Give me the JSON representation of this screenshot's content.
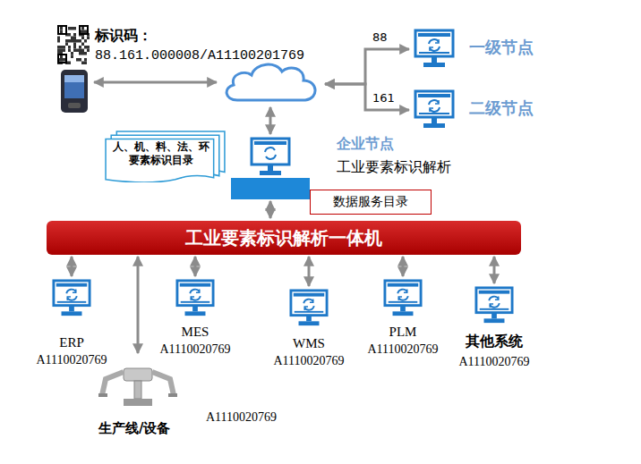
{
  "diagram": {
    "nodes": [
      {
        "text": [
          "标识码：",
          "88.161.000008/A11100201769"
        ]
      },
      {
        "text": []
      },
      {
        "text": [
          "一级节点"
        ]
      },
      {
        "text": [
          "二级节点"
        ]
      },
      {
        "text": [
          "企业节点",
          "工业要素标识解析"
        ]
      },
      {
        "text": [
          "人、机、料、法、环要素标识目录"
        ]
      },
      {
        "text": [
          "数据服务目录"
        ]
      },
      {
        "text": [
          "工业要素标识解析一体机"
        ]
      },
      {
        "text": [
          "ERP",
          "A1110020769"
        ]
      },
      {
        "text": [
          "生产线/设备",
          "A1110020769"
        ]
      },
      {
        "text": [
          "MES",
          "A1110020769"
        ]
      },
      {
        "text": [
          "WMS",
          "A1110020769"
        ]
      },
      {
        "text": [
          "PLM",
          "A1110020769"
        ]
      },
      {
        "text": [
          "其他系统",
          "A1110020769"
        ]
      }
    ],
    "edges": [
      {
        "from": 0,
        "to": 1,
        "arrow": "both"
      },
      {
        "from": 1,
        "to": 2,
        "arrow": "both",
        "label": "88"
      },
      {
        "from": 1,
        "to": 3,
        "arrow": "both",
        "label": "161"
      },
      {
        "from": 1,
        "to": 4,
        "arrow": "both"
      },
      {
        "from": 4,
        "to": 7,
        "arrow": "both"
      },
      {
        "from": 7,
        "to": 8,
        "arrow": "both"
      },
      {
        "from": 7,
        "to": 9,
        "arrow": "both"
      },
      {
        "from": 7,
        "to": 10,
        "arrow": "both"
      },
      {
        "from": 7,
        "to": 11,
        "arrow": "both"
      },
      {
        "from": 7,
        "to": 12,
        "arrow": "both"
      },
      {
        "from": 7,
        "to": 13,
        "arrow": "both"
      }
    ]
  }
}
